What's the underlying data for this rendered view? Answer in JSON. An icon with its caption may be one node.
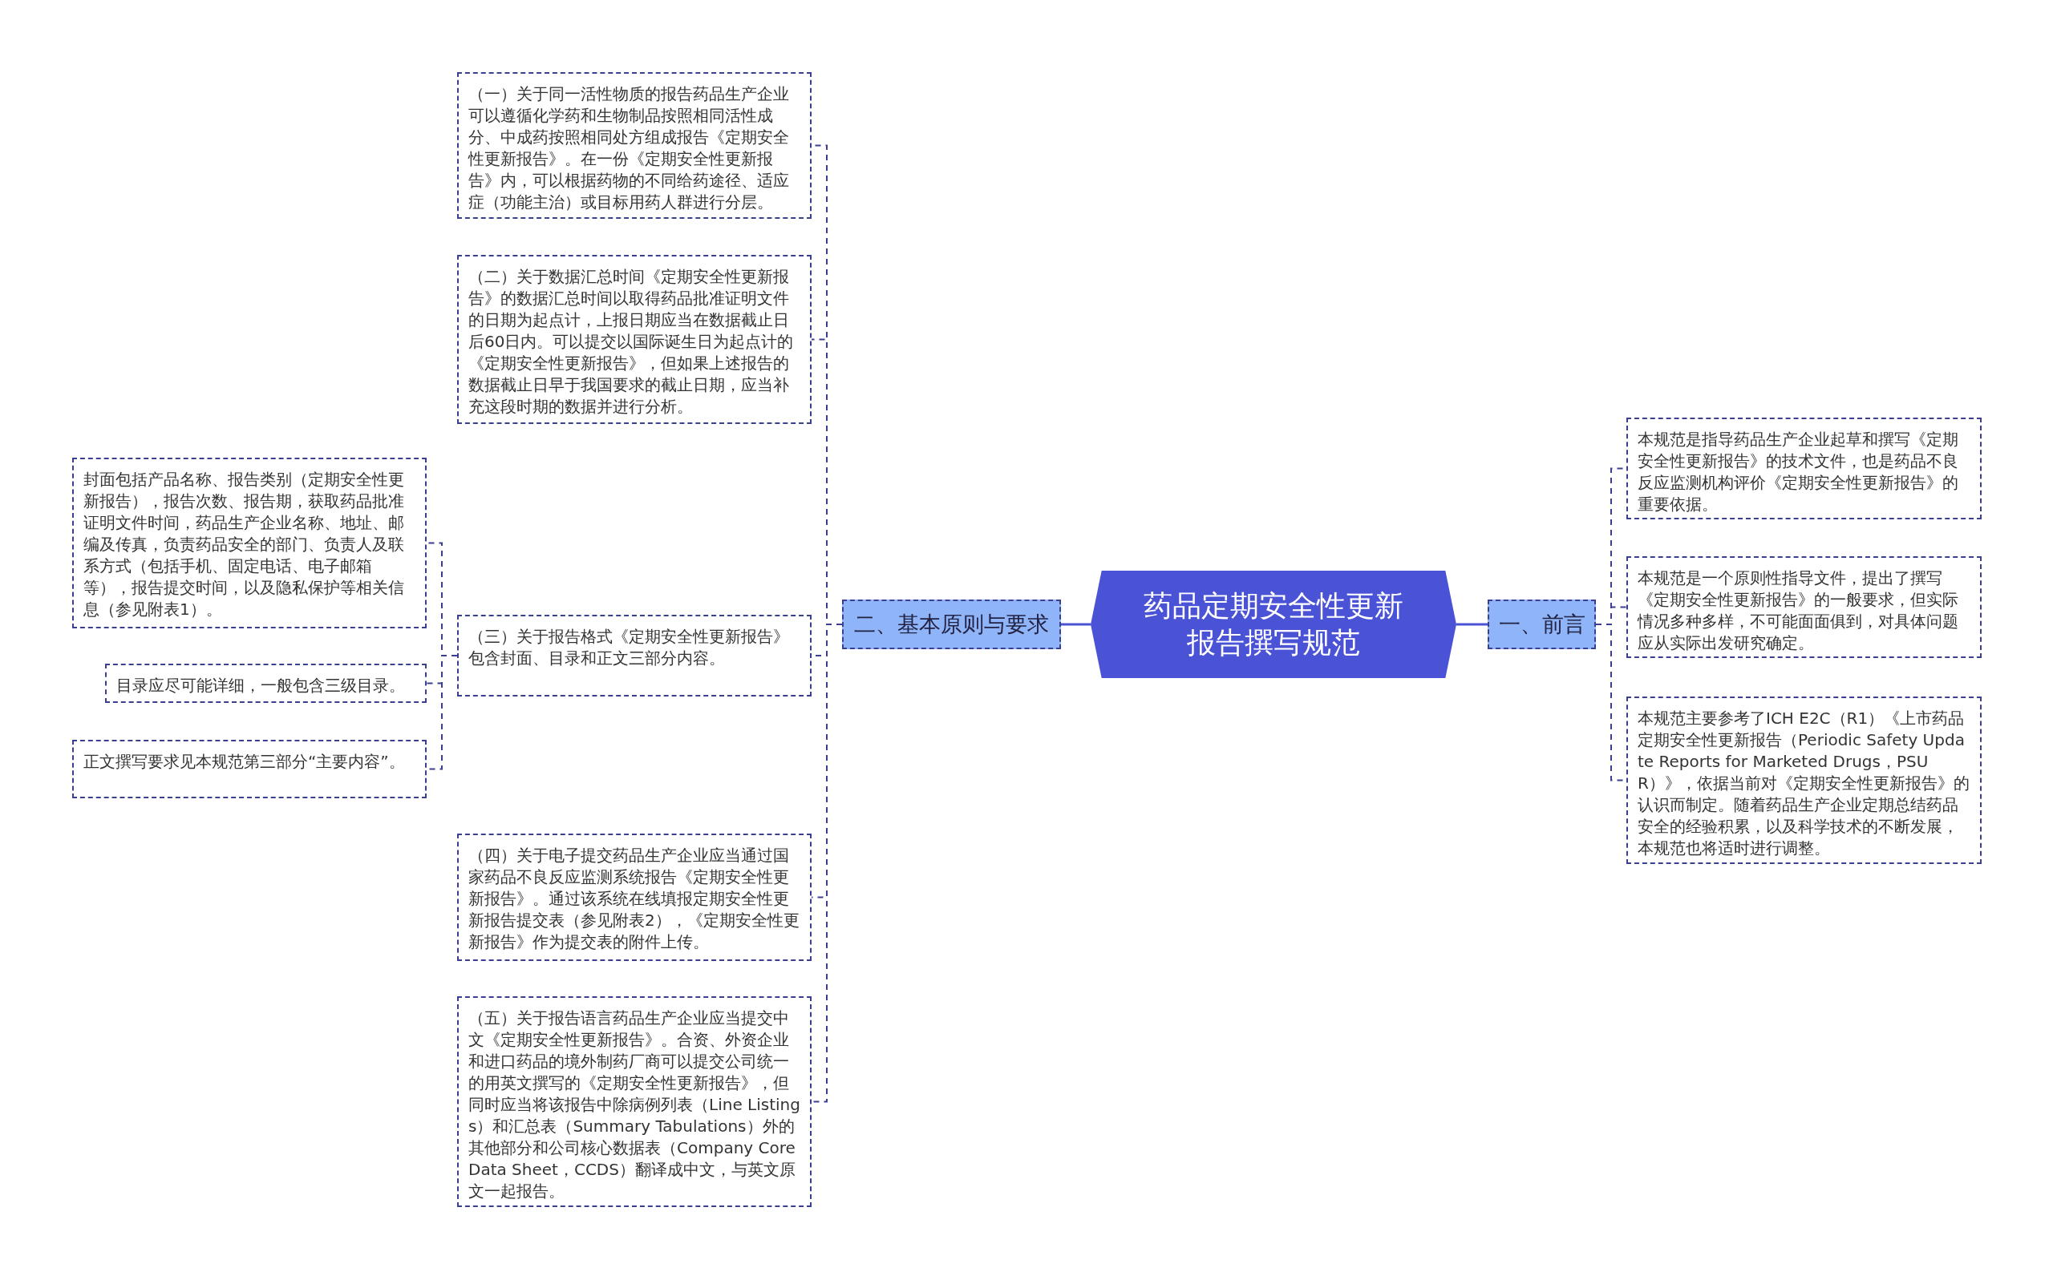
{
  "diagram": {
    "nodes": [
      {
        "text": [
          "药品定期安全性更新报告撰写规范"
        ]
      },
      {
        "text": [
          "一、前言"
        ]
      },
      {
        "text": [
          "本规范是指导药品生产企业起草和撰写《定期安全性更新报告》的技术文件，也是药品不良反应监测机构评价《定期安全性更新报告》的重要依据。"
        ]
      },
      {
        "text": [
          "本规范是一个原则性指导文件，提出了撰写《定期安全性更新报告》的一般要求，但实际情况多种多样，不可能面面俱到，对具体问题应从实际出发研究确定。"
        ]
      },
      {
        "text": [
          "本规范主要参考了ICH E2C（R1）《上市药品定期安全性更新报告（Periodic Safety Update Reports for Marketed Drugs，PSUR）》，依据当前对《定期安全性更新报告》的认识而制定。随着药品生产企业定期总结药品安全的经验积累，以及科学技术的不断发展，本规范也将适时进行调整。"
        ]
      },
      {
        "text": [
          "二、基本原则与要求"
        ]
      },
      {
        "text": [
          "（一）关于同一活性物质的报告药品生产企业可以遵循化学药和生物制品按照相同活性成分、中成药按照相同处方组成报告《定期安全性更新报告》。在一份《定期安全性更新报告》内，可以根据药物的不同给药途径、适应症（功能主治）或目标用药人群进行分层。"
        ]
      },
      {
        "text": [
          "（二）关于数据汇总时间《定期安全性更新报告》的数据汇总时间以取得药品批准证明文件的日期为起点计，上报日期应当在数据截止日后60日内。可以提交以国际诞生日为起点计的《定期安全性更新报告》，但如果上述报告的数据截止日早于我国要求的截止日期，应当补充这段时期的数据并进行分析。"
        ]
      },
      {
        "text": [
          "（三）关于报告格式《定期安全性更新报告》包含封面、目录和正文三部分内容。"
        ]
      },
      {
        "text": [
          "封面包括产品名称、报告类别（定期安全性更新报告），报告次数、报告期，获取药品批准证明文件时间，药品生产企业名称、地址、邮编及传真，负责药品安全的部门、负责人及联系方式（包括手机、固定电话、电子邮箱等），报告提交时间，以及隐私保护等相关信息（参见附表1）。"
        ]
      },
      {
        "text": [
          "目录应尽可能详细，一般包含三级目录。"
        ]
      },
      {
        "text": [
          "正文撰写要求见本规范第三部分“主要内容”。"
        ]
      },
      {
        "text": [
          "（四）关于电子提交药品生产企业应当通过国家药品不良反应监测系统报告《定期安全性更新报告》。通过该系统在线填报定期安全性更新报告提交表（参见附表2），《定期安全性更新报告》作为提交表的附件上传。"
        ]
      },
      {
        "text": [
          "（五）关于报告语言药品生产企业应当提交中文《定期安全性更新报告》。合资、外资企业和进口药品的境外制药厂商可以提交公司统一的用英文撰写的《定期安全性更新报告》，但同时应当将该报告中除病例列表（Line Listings）和汇总表（Summary Tabulations）外的其他部分和公司核心数据表（Company Core Data Sheet，CCDS）翻译成中文，与英文原文一起报告。"
        ]
      }
    ],
    "edges": [
      {
        "from": 0,
        "to": 1,
        "arrow": "none"
      },
      {
        "from": 1,
        "to": 2,
        "arrow": "none",
        "style": "dashed"
      },
      {
        "from": 1,
        "to": 3,
        "arrow": "none",
        "style": "dashed"
      },
      {
        "from": 1,
        "to": 4,
        "arrow": "none",
        "style": "dashed"
      },
      {
        "from": 0,
        "to": 5,
        "arrow": "none"
      },
      {
        "from": 5,
        "to": 6,
        "arrow": "none",
        "style": "dashed"
      },
      {
        "from": 5,
        "to": 7,
        "arrow": "none",
        "style": "dashed"
      },
      {
        "from": 5,
        "to": 8,
        "arrow": "none",
        "style": "dashed"
      },
      {
        "from": 8,
        "to": 9,
        "arrow": "none",
        "style": "dashed"
      },
      {
        "from": 8,
        "to": 10,
        "arrow": "none",
        "style": "dashed"
      },
      {
        "from": 8,
        "to": 11,
        "arrow": "none",
        "style": "dashed"
      },
      {
        "from": 5,
        "to": 12,
        "arrow": "none",
        "style": "dashed"
      },
      {
        "from": 5,
        "to": 13,
        "arrow": "none",
        "style": "dashed"
      }
    ]
  }
}
